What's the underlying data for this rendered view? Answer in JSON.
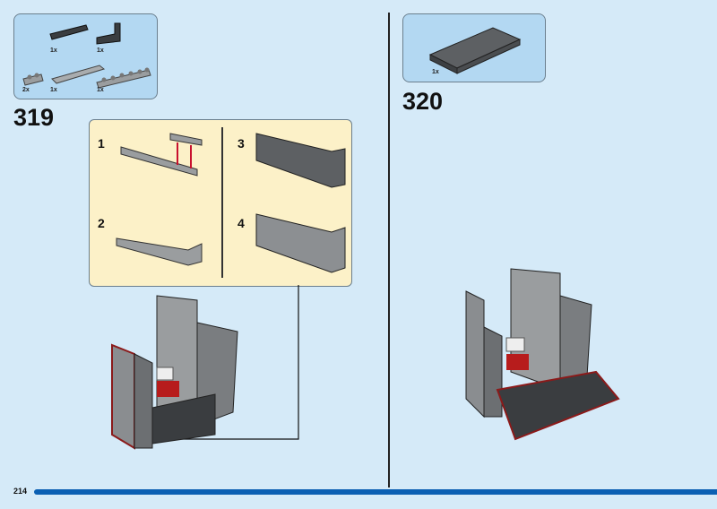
{
  "page_number": "214",
  "colors": {
    "background": "#d5eaf8",
    "parts_box": "#b3d8f2",
    "callout": "#fcf1c8",
    "progress_bar": "#0a5fb3"
  },
  "step_319": {
    "number": "319",
    "parts": [
      {
        "name": "dark-grey-grille-tile",
        "qty": "1x"
      },
      {
        "name": "dark-grey-bracket",
        "qty": "1x"
      },
      {
        "name": "grey-plate-1x2",
        "qty": "2x"
      },
      {
        "name": "grey-tile-1x6",
        "qty": "1x"
      },
      {
        "name": "grey-plate-1x6",
        "qty": "1x"
      }
    ],
    "substeps": [
      "1",
      "2",
      "3",
      "4"
    ]
  },
  "step_320": {
    "number": "320",
    "parts": [
      {
        "name": "dark-grey-plate-6x10",
        "qty": "1x"
      }
    ]
  }
}
